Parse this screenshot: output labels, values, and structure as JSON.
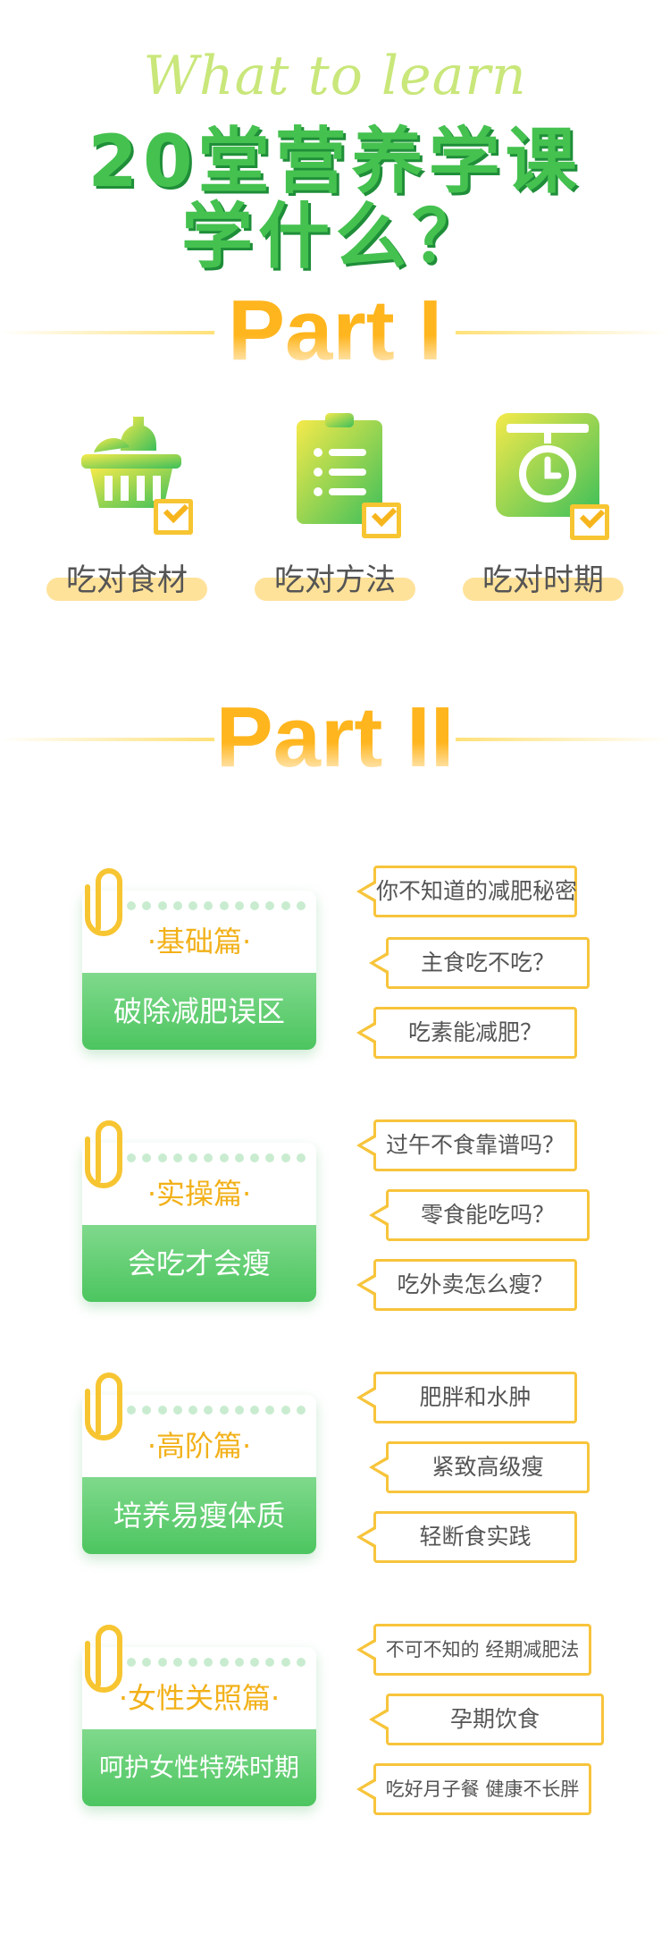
{
  "header": {
    "script": "What to learn",
    "title_line1": "20堂营养学课",
    "title_line2": "学什么？"
  },
  "part1": {
    "heading": "Part I",
    "items": [
      {
        "label": "吃对食材",
        "icon": "basket-icon"
      },
      {
        "label": "吃对方法",
        "icon": "clipboard-icon"
      },
      {
        "label": "吃对时期",
        "icon": "scale-icon"
      }
    ]
  },
  "part2": {
    "heading": "Part II",
    "sections": [
      {
        "title": "·基础篇·",
        "subtitle": "破除减肥误区",
        "bubbles": [
          "你不知道的减肥秘密",
          "主食吃不吃？",
          "吃素能减肥？"
        ]
      },
      {
        "title": "·实操篇·",
        "subtitle": "会吃才会瘦",
        "bubbles": [
          "过午不食靠谱吗？",
          "零食能吃吗？",
          "吃外卖怎么瘦？"
        ]
      },
      {
        "title": "·高阶篇·",
        "subtitle": "培养易瘦体质",
        "bubbles": [
          "肥胖和水肿",
          "紧致高级瘦",
          "轻断食实践"
        ]
      },
      {
        "title": "·女性关照篇·",
        "subtitle": "呵护女性特殊时期",
        "bubbles": [
          "不可不知的 经期减肥法",
          "孕期饮食",
          "吃好月子餐 健康不长胖"
        ]
      }
    ]
  },
  "colors": {
    "green": "#45c14f",
    "yellow": "#f7c43b",
    "orange": "#ffb51d"
  }
}
